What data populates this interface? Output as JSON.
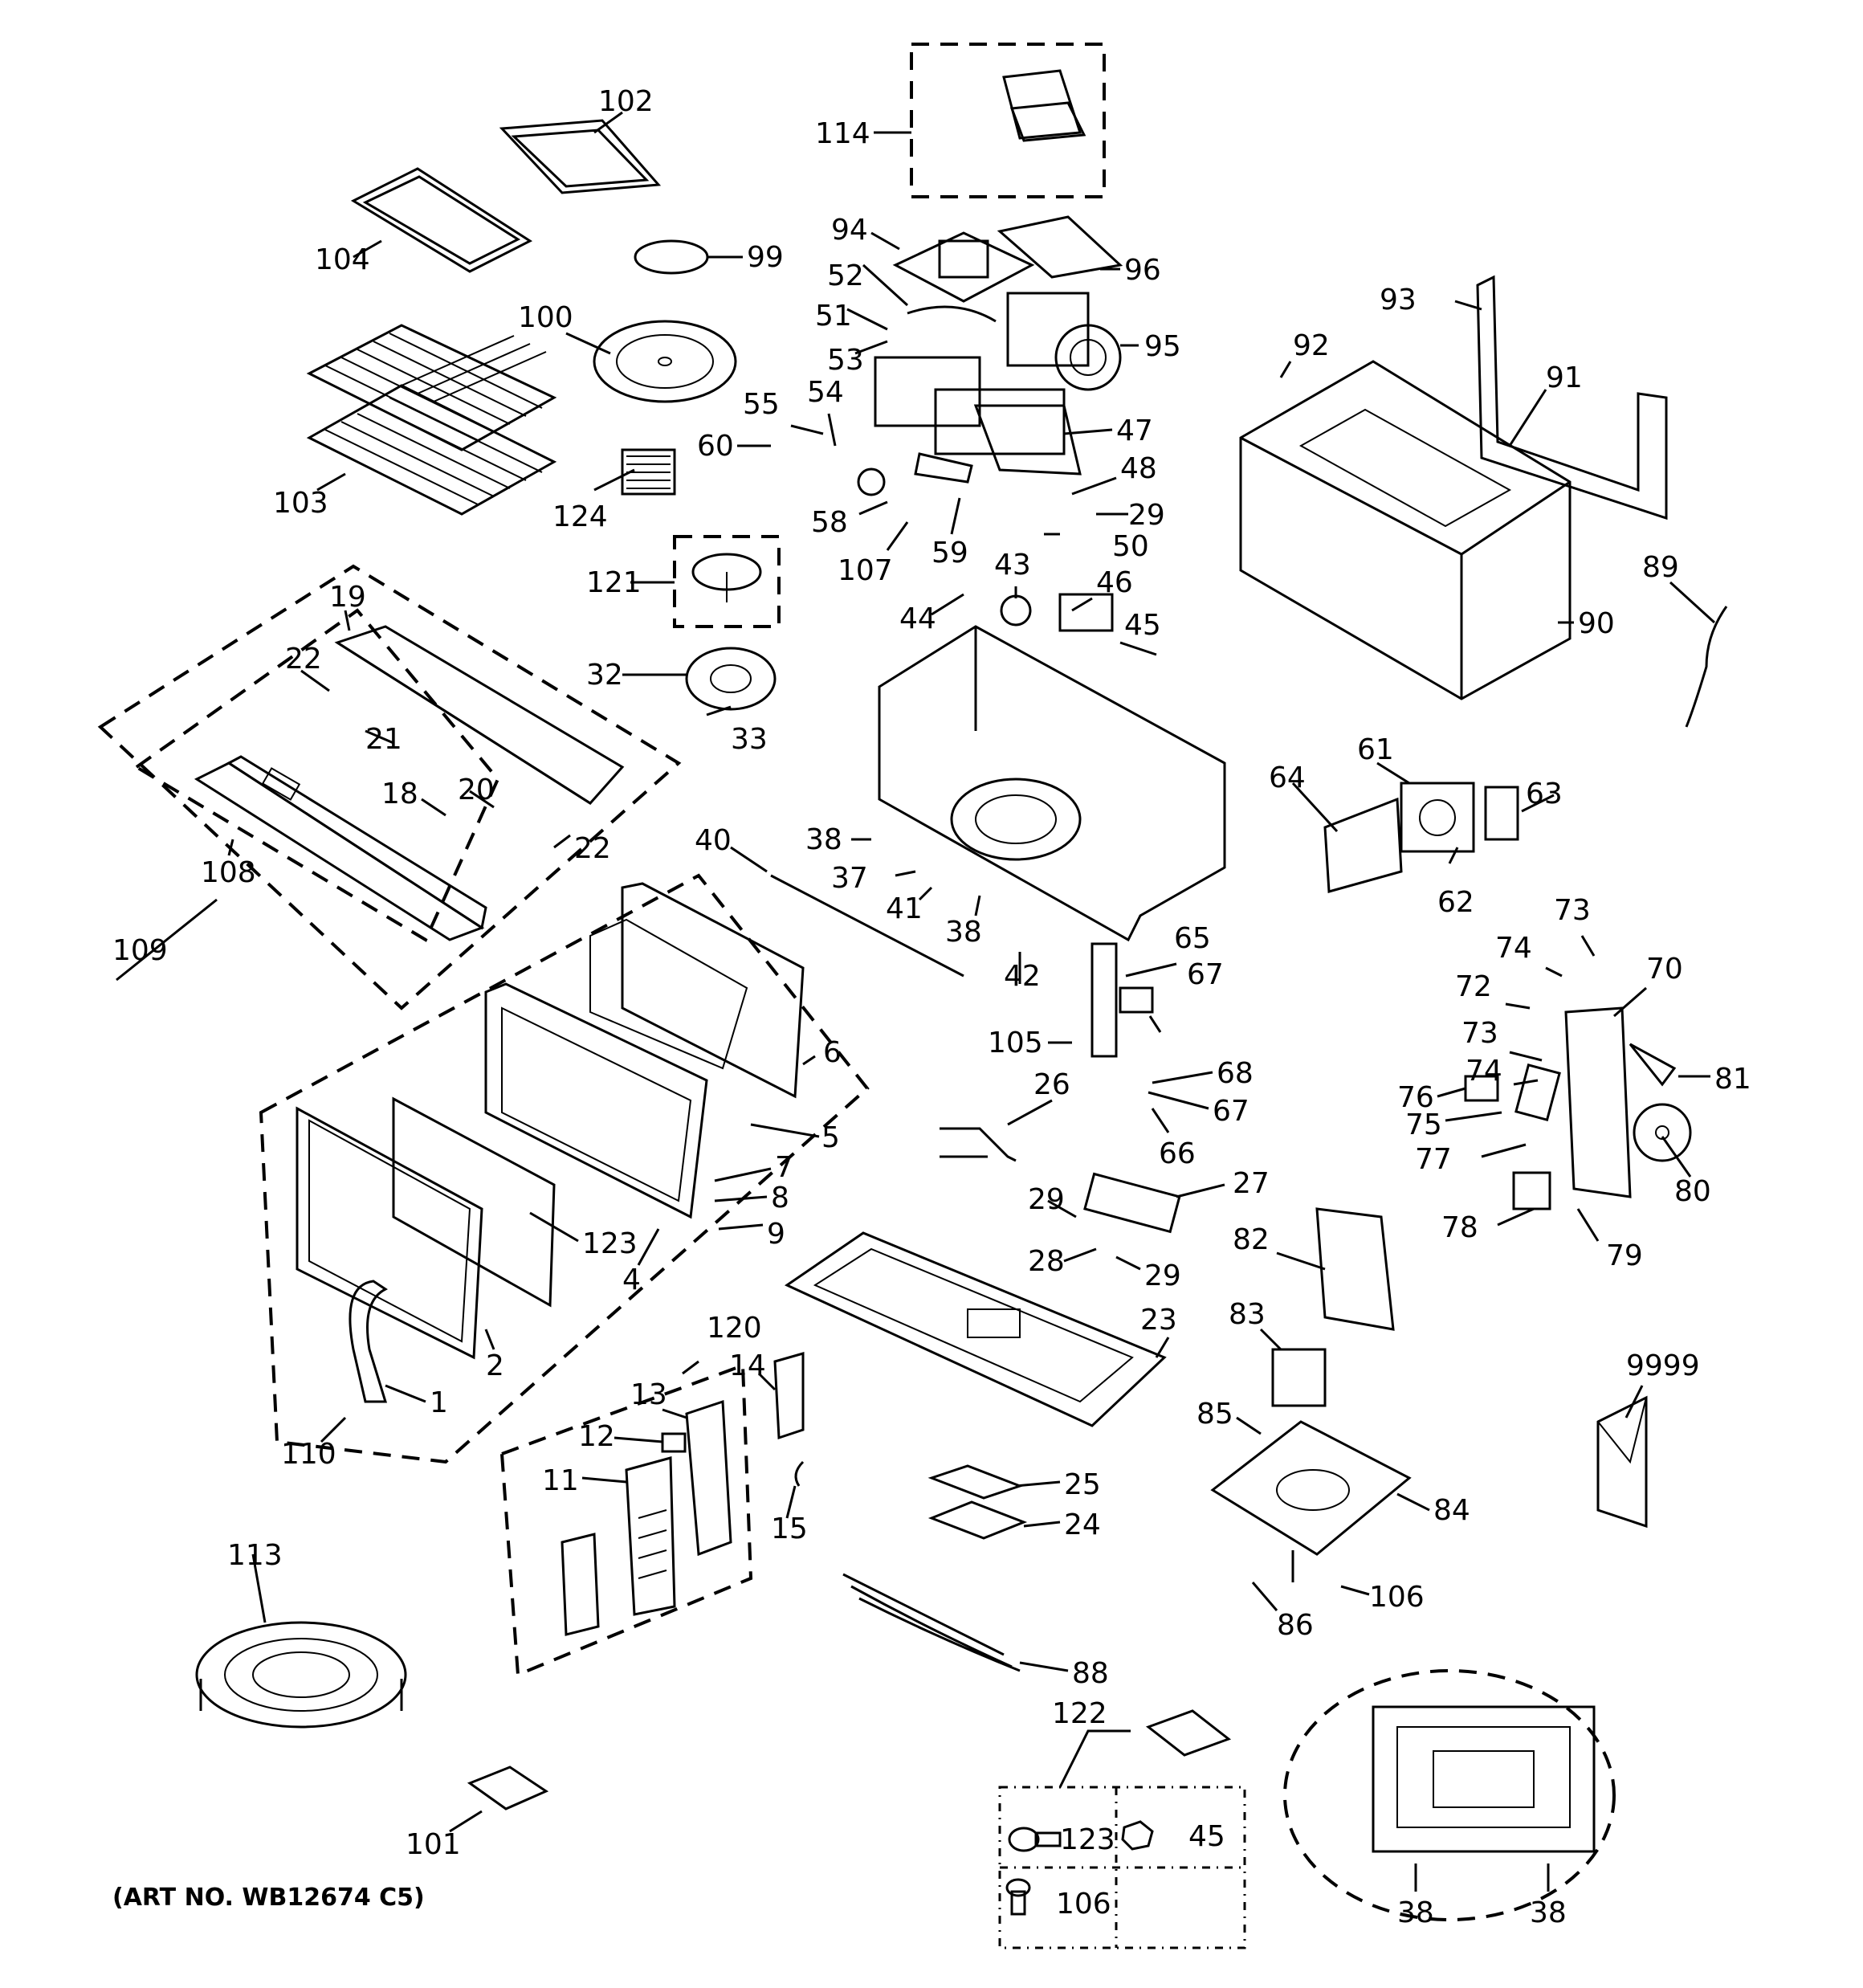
{
  "diagram": {
    "art_number": "(ART NO. WB12674 C5)",
    "callouts": [
      {
        "id": "102",
        "text": "102"
      },
      {
        "id": "114",
        "text": "114"
      },
      {
        "id": "104",
        "text": "104"
      },
      {
        "id": "99",
        "text": "99"
      },
      {
        "id": "94",
        "text": "94"
      },
      {
        "id": "96",
        "text": "96"
      },
      {
        "id": "52",
        "text": "52"
      },
      {
        "id": "51",
        "text": "51"
      },
      {
        "id": "95",
        "text": "95"
      },
      {
        "id": "93",
        "text": "93"
      },
      {
        "id": "100",
        "text": "100"
      },
      {
        "id": "53",
        "text": "53"
      },
      {
        "id": "92",
        "text": "92"
      },
      {
        "id": "91",
        "text": "91"
      },
      {
        "id": "55",
        "text": "55"
      },
      {
        "id": "54",
        "text": "54"
      },
      {
        "id": "47",
        "text": "47"
      },
      {
        "id": "60",
        "text": "60"
      },
      {
        "id": "48",
        "text": "48"
      },
      {
        "id": "103",
        "text": "103"
      },
      {
        "id": "124",
        "text": "124"
      },
      {
        "id": "58",
        "text": "58"
      },
      {
        "id": "29a",
        "text": "29"
      },
      {
        "id": "50",
        "text": "50"
      },
      {
        "id": "107",
        "text": "107"
      },
      {
        "id": "59",
        "text": "59"
      },
      {
        "id": "43",
        "text": "43"
      },
      {
        "id": "89",
        "text": "89"
      },
      {
        "id": "121",
        "text": "121"
      },
      {
        "id": "46",
        "text": "46"
      },
      {
        "id": "44",
        "text": "44"
      },
      {
        "id": "90",
        "text": "90"
      },
      {
        "id": "19",
        "text": "19"
      },
      {
        "id": "45",
        "text": "45"
      },
      {
        "id": "22a",
        "text": "22"
      },
      {
        "id": "32",
        "text": "32"
      },
      {
        "id": "21",
        "text": "21"
      },
      {
        "id": "33",
        "text": "33"
      },
      {
        "id": "61",
        "text": "61"
      },
      {
        "id": "64",
        "text": "64"
      },
      {
        "id": "63",
        "text": "63"
      },
      {
        "id": "18",
        "text": "18"
      },
      {
        "id": "20",
        "text": "20"
      },
      {
        "id": "40",
        "text": "40"
      },
      {
        "id": "38a",
        "text": "38"
      },
      {
        "id": "22b",
        "text": "22"
      },
      {
        "id": "108",
        "text": "108"
      },
      {
        "id": "37",
        "text": "37"
      },
      {
        "id": "62",
        "text": "62"
      },
      {
        "id": "41",
        "text": "41"
      },
      {
        "id": "73a",
        "text": "73"
      },
      {
        "id": "109",
        "text": "109"
      },
      {
        "id": "38b",
        "text": "38"
      },
      {
        "id": "65",
        "text": "65"
      },
      {
        "id": "74a",
        "text": "74"
      },
      {
        "id": "70",
        "text": "70"
      },
      {
        "id": "42",
        "text": "42"
      },
      {
        "id": "67a",
        "text": "67"
      },
      {
        "id": "72",
        "text": "72"
      },
      {
        "id": "105",
        "text": "105"
      },
      {
        "id": "73b",
        "text": "73"
      },
      {
        "id": "6",
        "text": "6"
      },
      {
        "id": "74b",
        "text": "74"
      },
      {
        "id": "26",
        "text": "26"
      },
      {
        "id": "68",
        "text": "68"
      },
      {
        "id": "81",
        "text": "81"
      },
      {
        "id": "76",
        "text": "76"
      },
      {
        "id": "67b",
        "text": "67"
      },
      {
        "id": "5",
        "text": "5"
      },
      {
        "id": "75",
        "text": "75"
      },
      {
        "id": "66",
        "text": "66"
      },
      {
        "id": "77",
        "text": "77"
      },
      {
        "id": "7",
        "text": "7"
      },
      {
        "id": "80",
        "text": "80"
      },
      {
        "id": "27",
        "text": "27"
      },
      {
        "id": "8",
        "text": "8"
      },
      {
        "id": "29b",
        "text": "29"
      },
      {
        "id": "9",
        "text": "9"
      },
      {
        "id": "123a",
        "text": "123"
      },
      {
        "id": "78",
        "text": "78"
      },
      {
        "id": "82",
        "text": "82"
      },
      {
        "id": "79",
        "text": "79"
      },
      {
        "id": "28",
        "text": "28"
      },
      {
        "id": "29c",
        "text": "29"
      },
      {
        "id": "4",
        "text": "4"
      },
      {
        "id": "23",
        "text": "23"
      },
      {
        "id": "120",
        "text": "120"
      },
      {
        "id": "83",
        "text": "83"
      },
      {
        "id": "2",
        "text": "2"
      },
      {
        "id": "9999",
        "text": "9999"
      },
      {
        "id": "14",
        "text": "14"
      },
      {
        "id": "13",
        "text": "13"
      },
      {
        "id": "1",
        "text": "1"
      },
      {
        "id": "85",
        "text": "85"
      },
      {
        "id": "12",
        "text": "12"
      },
      {
        "id": "110",
        "text": "110"
      },
      {
        "id": "25",
        "text": "25"
      },
      {
        "id": "84",
        "text": "84"
      },
      {
        "id": "11",
        "text": "11"
      },
      {
        "id": "15",
        "text": "15"
      },
      {
        "id": "24",
        "text": "24"
      },
      {
        "id": "113",
        "text": "113"
      },
      {
        "id": "86",
        "text": "86"
      },
      {
        "id": "106a",
        "text": "106"
      },
      {
        "id": "88",
        "text": "88"
      },
      {
        "id": "122",
        "text": "122"
      },
      {
        "id": "123b",
        "text": "123"
      },
      {
        "id": "45b",
        "text": "45"
      },
      {
        "id": "101",
        "text": "101"
      },
      {
        "id": "106b",
        "text": "106"
      },
      {
        "id": "38c",
        "text": "38"
      },
      {
        "id": "38d",
        "text": "38"
      }
    ]
  }
}
